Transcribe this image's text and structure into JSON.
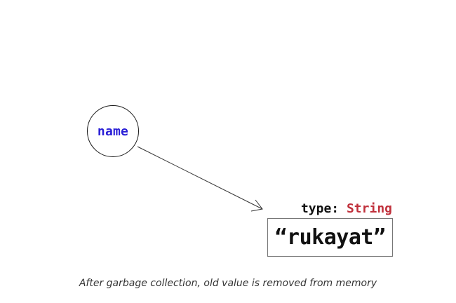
{
  "variable": {
    "name": "name"
  },
  "value": {
    "type_label": "type:",
    "type_name": "String",
    "text": "“rukayat”"
  },
  "caption": "After garbage collection, old value is removed from memory",
  "colors": {
    "variable_name": "#2a1fd6",
    "type_name": "#c0313c",
    "stroke": "#1a1a1a"
  }
}
